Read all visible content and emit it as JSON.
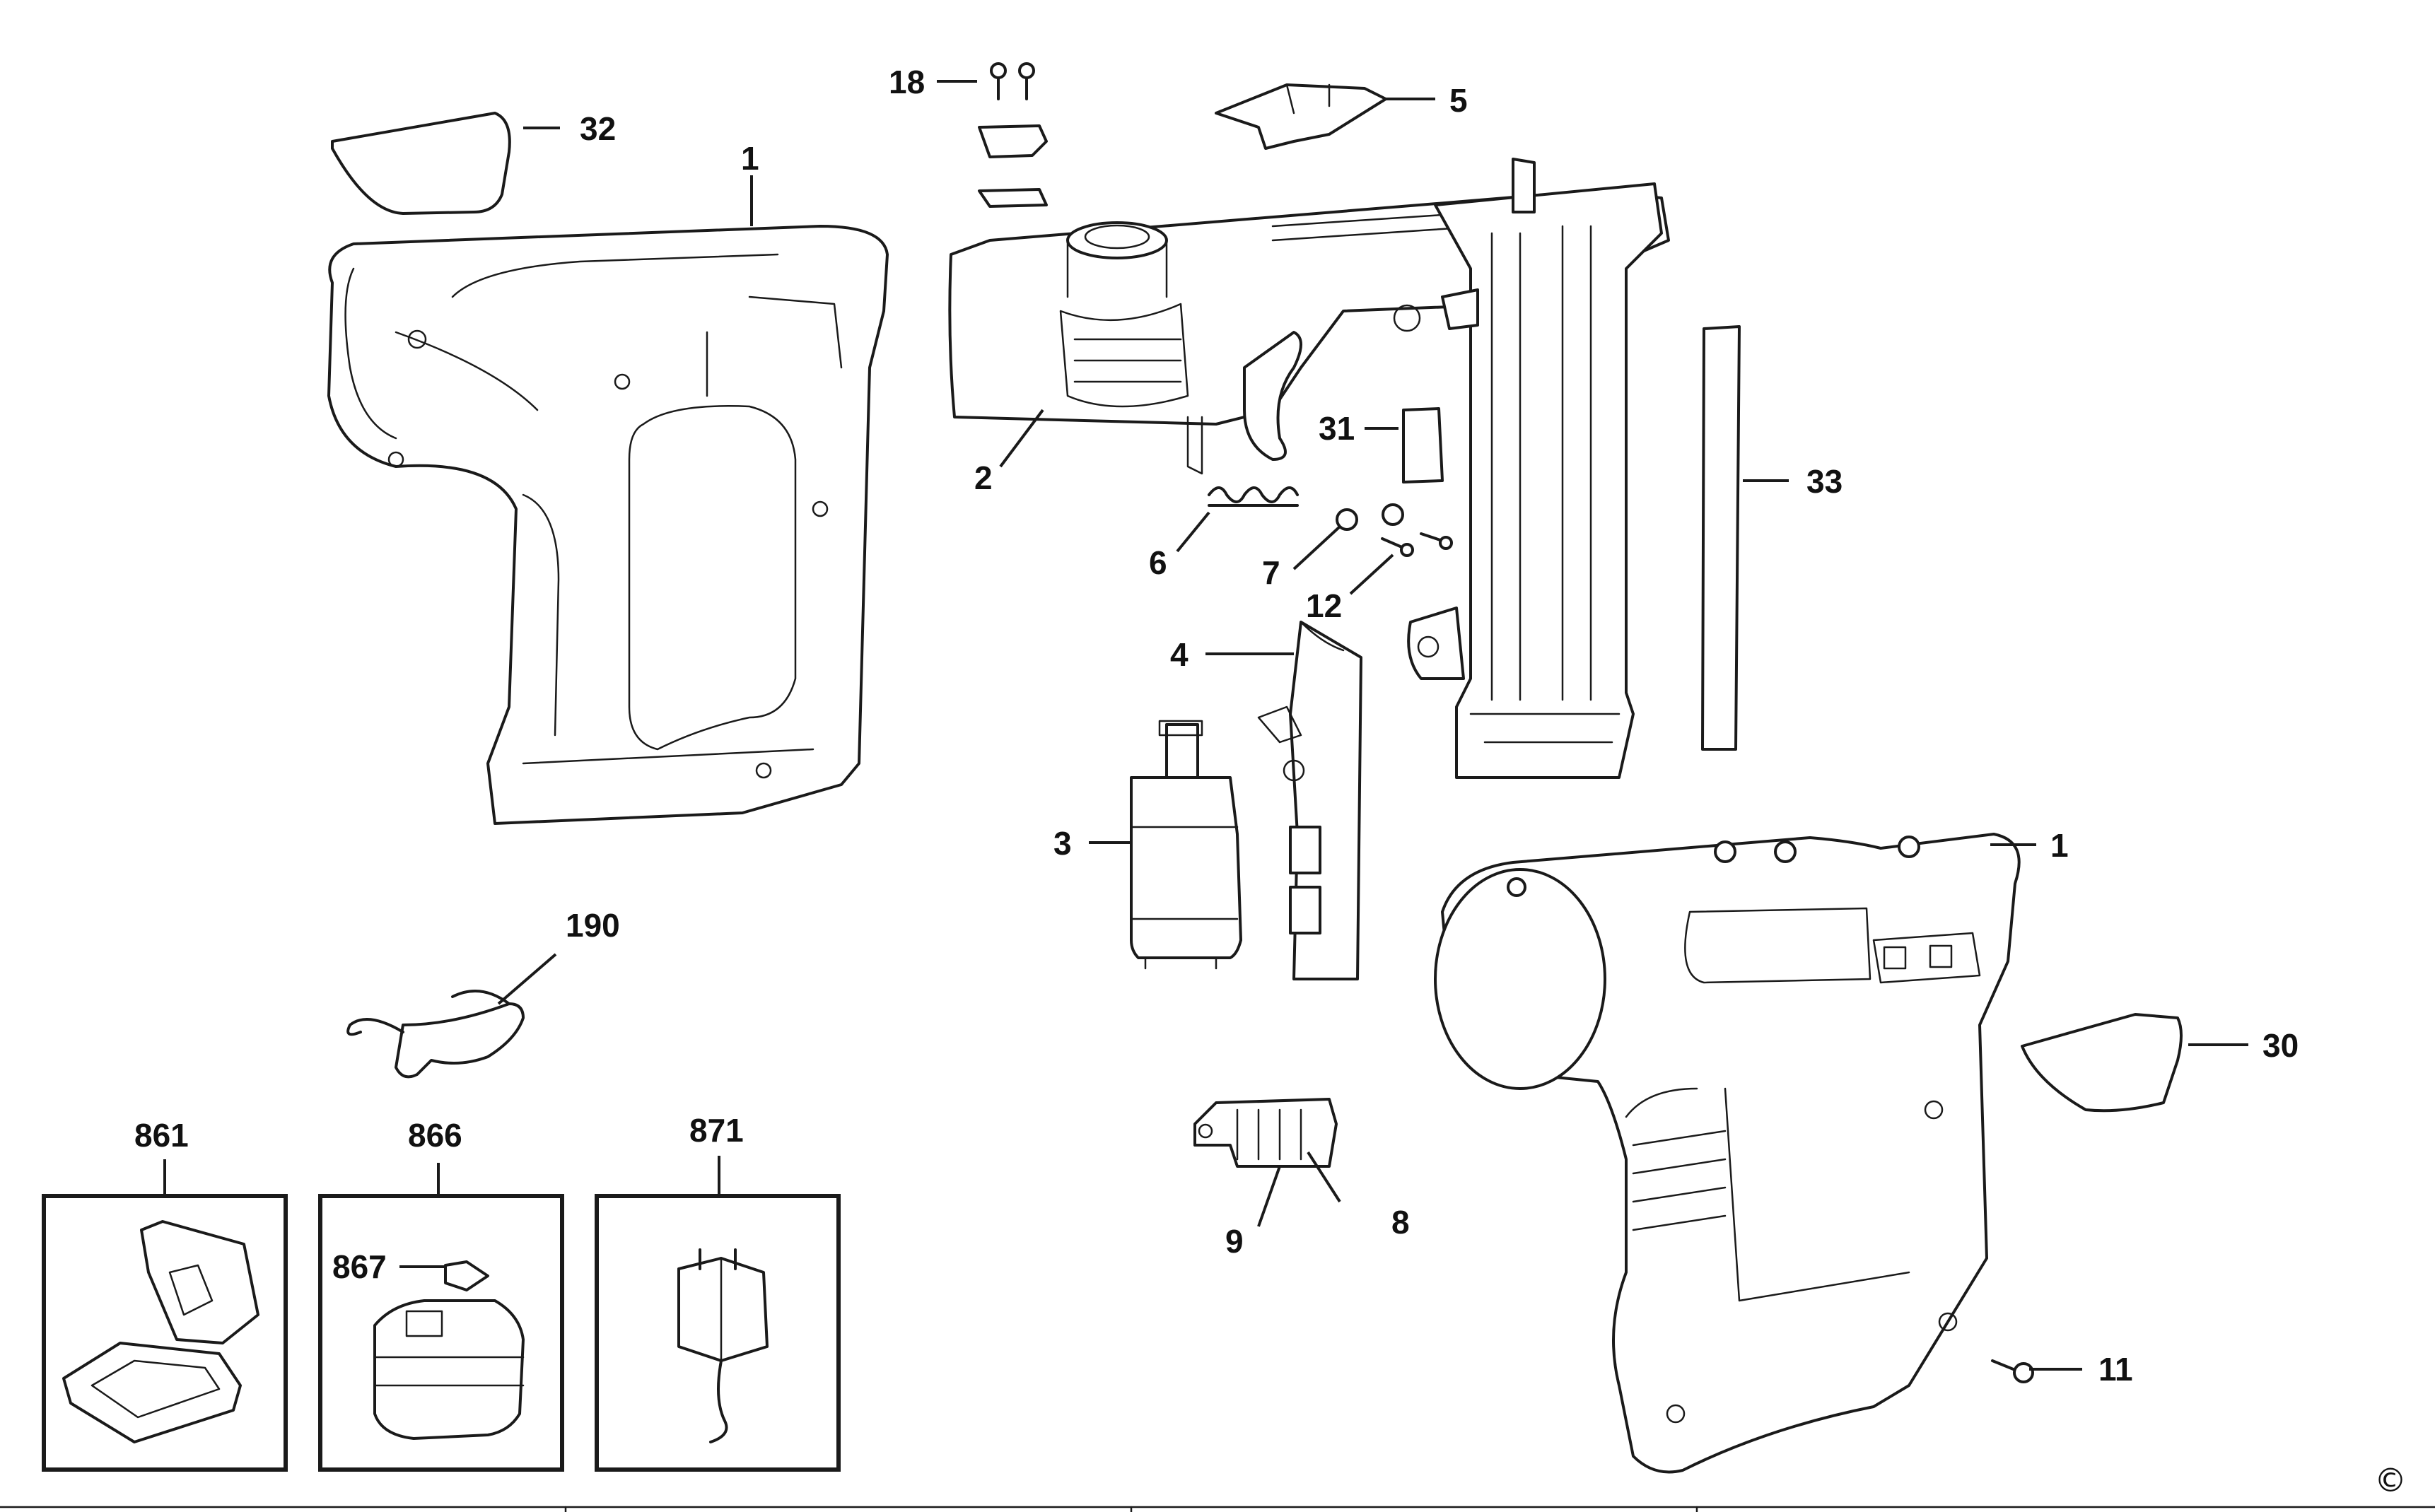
{
  "colors": {
    "ink": "#1a1a1a",
    "background": "#ffffff"
  },
  "copyright_mark": "©",
  "callouts": {
    "housing_left": "1",
    "housing_right": "1",
    "gearbox_frame": "2",
    "motor": "3",
    "switch_board": "4",
    "top_latch": "5",
    "spring": "6",
    "nut": "7",
    "terminal_block": "8",
    "terminal_contact": "9",
    "housing_screw": "11",
    "small_screws": "12",
    "retainer_screws": "18",
    "label_30": "30",
    "label_31": "31",
    "label_32": "32",
    "label_33": "33",
    "safety_glasses": "190",
    "kit_box": "861",
    "battery_pack": "866",
    "battery_cap": "867",
    "charger": "871"
  }
}
